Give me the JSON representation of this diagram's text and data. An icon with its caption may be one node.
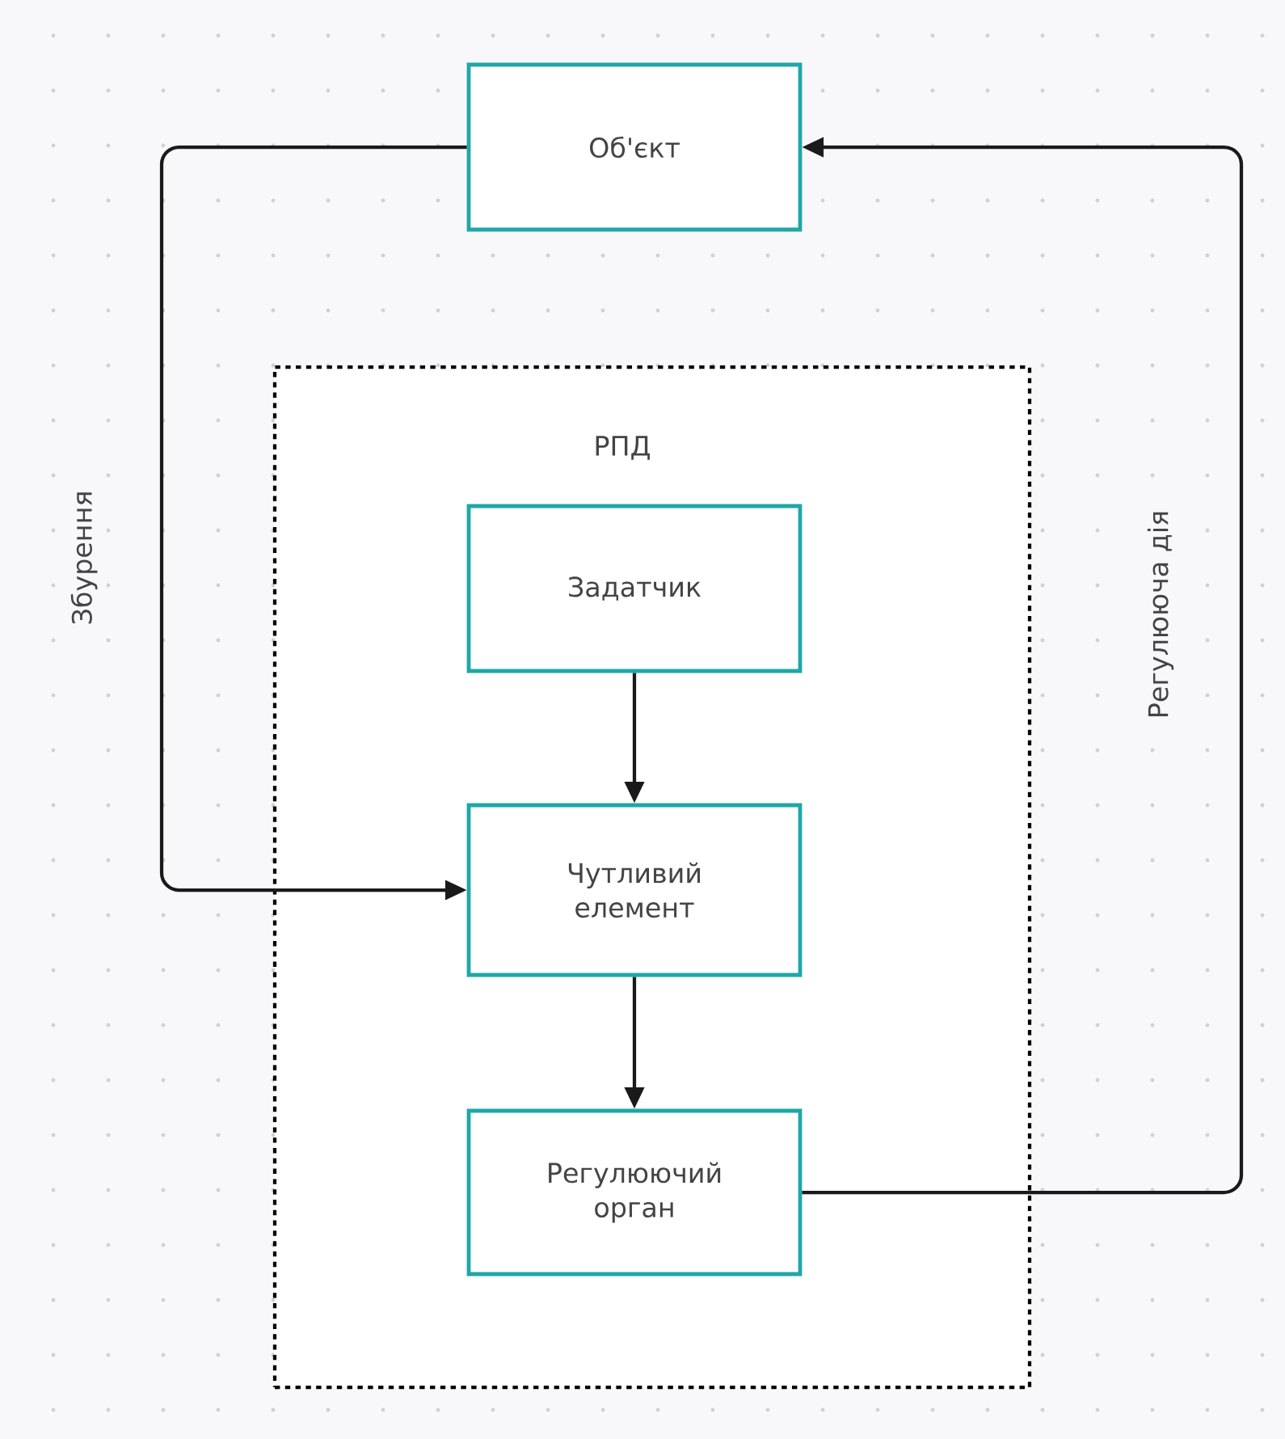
{
  "diagram": {
    "nodes": [
      {
        "text": [
          "Об'єкт"
        ]
      },
      {
        "text": [
          "РПД"
        ]
      },
      {
        "text": [
          "Задатчик"
        ],
        "in": 1
      },
      {
        "text": [
          "Чутливий елемент"
        ],
        "in": 1
      },
      {
        "text": [
          "Регулюючий орган"
        ],
        "in": 1
      }
    ],
    "edges": [
      {
        "from": 0,
        "to": 3,
        "arrow": "to",
        "label": "Збурення"
      },
      {
        "from": 2,
        "to": 3,
        "arrow": "to"
      },
      {
        "from": 3,
        "to": 4,
        "arrow": "to"
      },
      {
        "from": 4,
        "to": 0,
        "arrow": "to",
        "label": "Регулююча дія"
      }
    ]
  }
}
